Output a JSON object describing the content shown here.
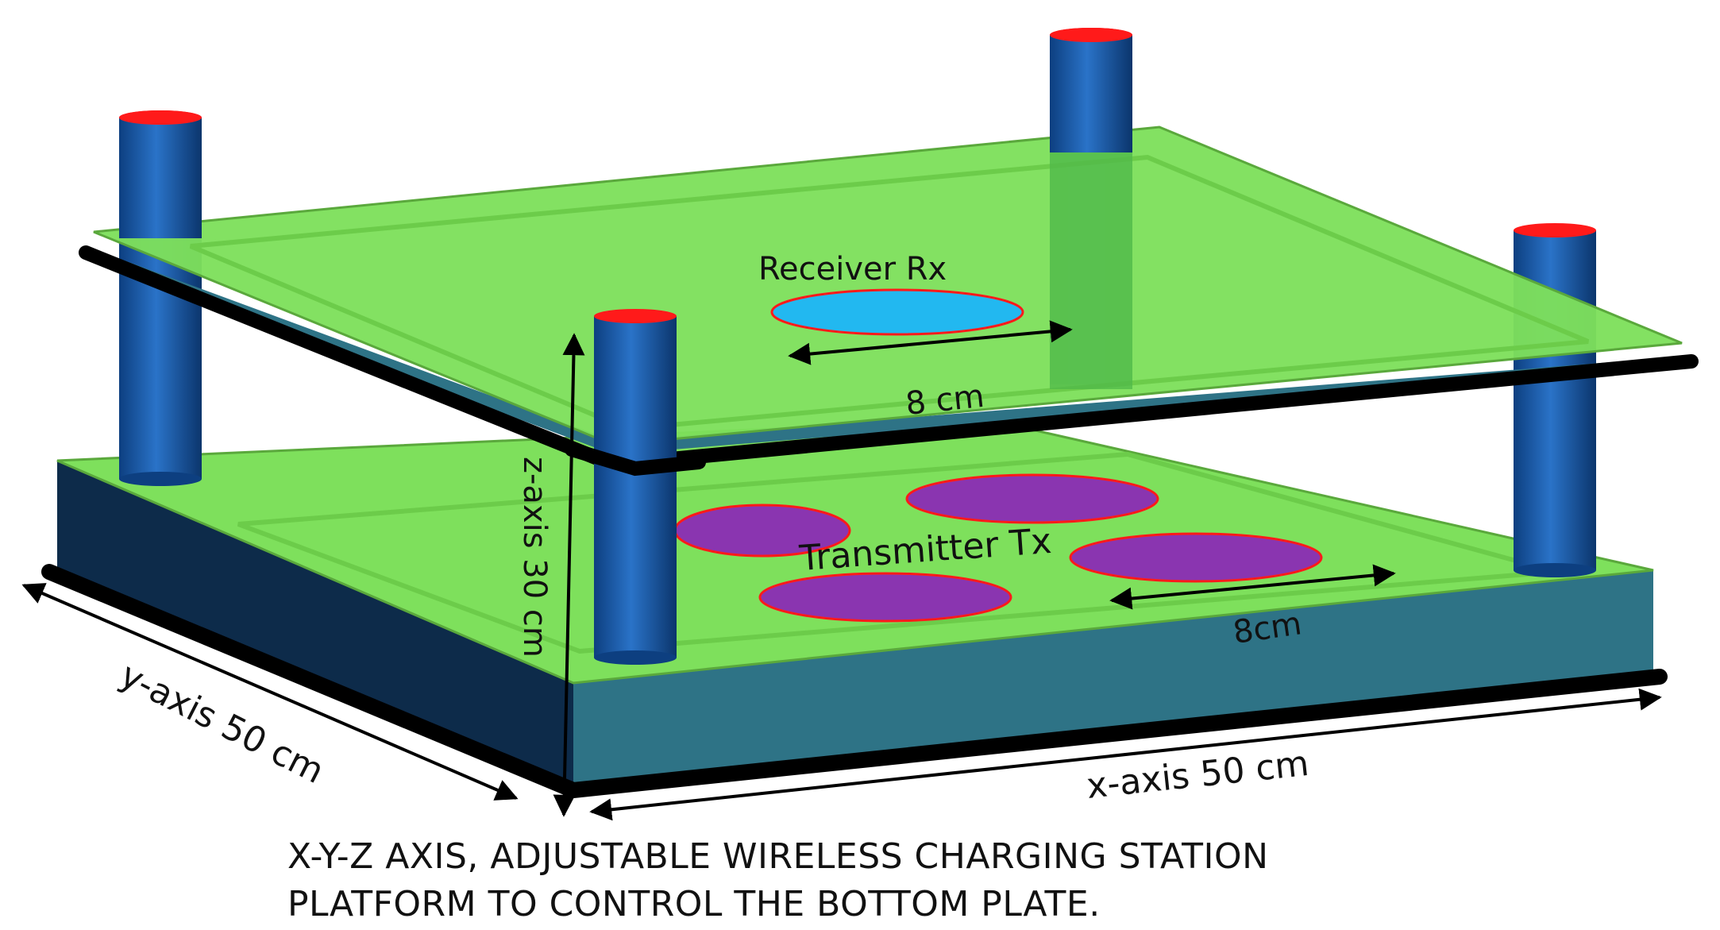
{
  "labels": {
    "receiver": "Receiver Rx",
    "receiver_size": "8 cm",
    "transmitter": "Transmitter Tx",
    "transmitter_size": "8cm",
    "z_axis": "z-axis 30 cm",
    "y_axis": "y-axis 50 cm",
    "x_axis": "x-axis 50 cm"
  },
  "caption": {
    "line1": "X-Y-Z AXIS, ADJUSTABLE WIRELESS CHARGING STATION",
    "line2": "PLATFORM TO CONTROL THE BOTTOM PLATE."
  },
  "colors": {
    "plate_green": "#7ee05c",
    "pillar_blue": "#1f5fae",
    "pillar_cap_red": "#ff1a1a",
    "receiver_coil": "#22b8f0",
    "transmitter_coil": "#8a35b0",
    "coil_outline": "#ff1a1a",
    "base_side": "#2e7386",
    "base_front": "#0d2b4a",
    "edge_black": "#000000"
  }
}
